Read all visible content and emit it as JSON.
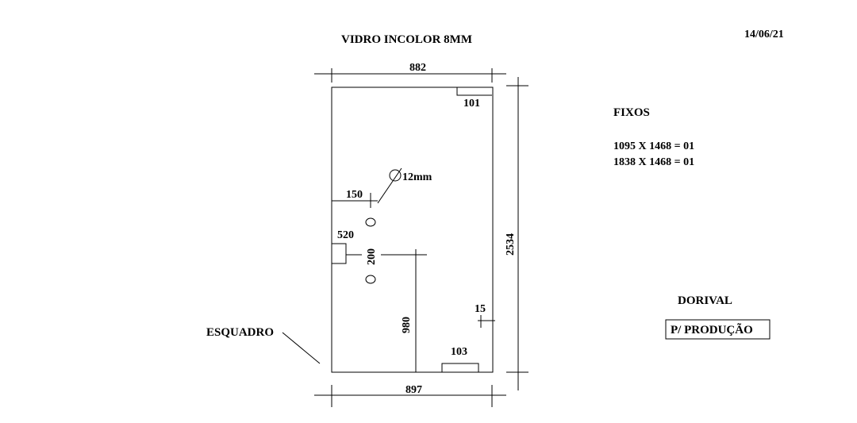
{
  "header": {
    "title": "VIDRO INCOLOR 8MM",
    "date": "14/06/21"
  },
  "dimensions": {
    "top_width": "882",
    "bottom_width": "897",
    "height": "2534",
    "notch_top_right": "101",
    "hole_diameter": "12mm",
    "hole_offset_left": "150",
    "notch_left": "520",
    "hole_spacing": "200",
    "handle_height": "980",
    "right_margin": "15",
    "notch_bottom": "103"
  },
  "labels": {
    "esquadro": "ESQUADRO"
  },
  "fixos": {
    "title": "FIXOS",
    "items": [
      "1095 X 1468 = 01",
      "1838 X 1468 = 01"
    ]
  },
  "footer": {
    "name": "DORIVAL",
    "production_label": "P/ PRODUÇÃO"
  }
}
